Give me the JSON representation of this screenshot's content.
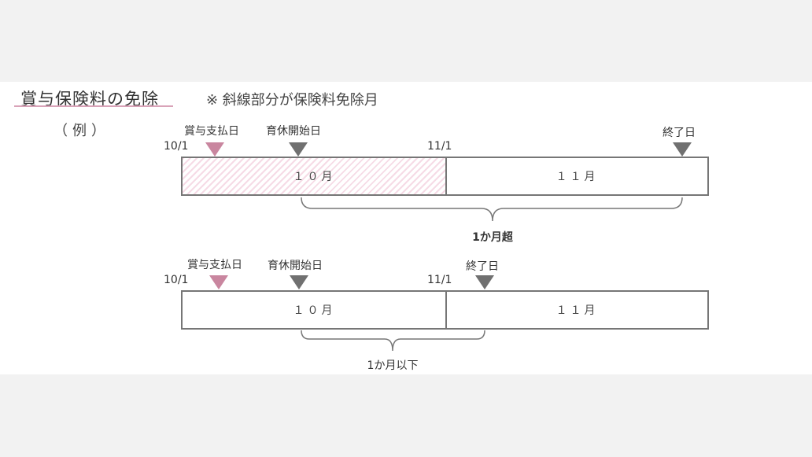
{
  "title": "賞与保険料の免除",
  "note": "※ 斜線部分が保険料免除月",
  "example_label": "（例）",
  "colors": {
    "accent_pink": "#c9869f",
    "marker_gray": "#707070",
    "hatch_pink": "#f6dbe6"
  },
  "diagram1": {
    "bonus_label": "賞与支払日",
    "leave_start_label": "育休開始日",
    "end_label": "終了日",
    "date_start": "10/1",
    "date_mid": "11/1",
    "month1": "１０月",
    "month2": "１１月",
    "duration": "1か月超"
  },
  "diagram2": {
    "bonus_label": "賞与支払日",
    "leave_start_label": "育休開始日",
    "end_label": "終了日",
    "date_start": "10/1",
    "date_mid": "11/1",
    "month1": "１０月",
    "month2": "１１月",
    "duration": "1か月以下"
  }
}
